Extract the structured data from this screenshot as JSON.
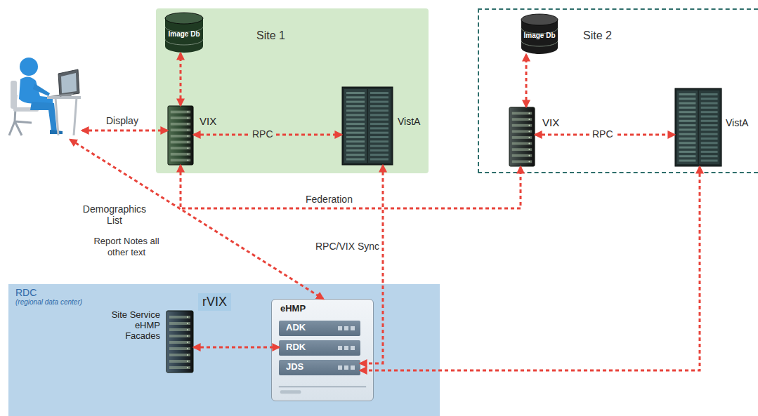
{
  "diagram": {
    "nodes": [
      {
        "text": []
      },
      {
        "text": [
          "Site 1"
        ]
      },
      {
        "text": [
          "Image Db"
        ],
        "in": 1
      },
      {
        "text": [
          "VIX"
        ],
        "in": 1
      },
      {
        "text": [
          "VistA"
        ],
        "in": 1
      },
      {
        "text": [
          "Site 2"
        ]
      },
      {
        "text": [
          "Image Db"
        ],
        "in": 5
      },
      {
        "text": [
          "VIX"
        ],
        "in": 5
      },
      {
        "text": [
          "VistA"
        ],
        "in": 5
      },
      {
        "text": [
          "RDC",
          "(regional data center)"
        ]
      },
      {
        "text": [
          "rVIX",
          "Site Service eHMP Facades"
        ],
        "in": 9
      },
      {
        "text": [
          "eHMP"
        ],
        "in": 9
      },
      {
        "text": [
          "ADK"
        ],
        "in": 11
      },
      {
        "text": [
          "RDK"
        ],
        "in": 11
      },
      {
        "text": [
          "JDS"
        ],
        "in": 11
      }
    ],
    "edges": [
      {
        "from": 0,
        "to": 3,
        "label": "Display",
        "arrow": "both"
      },
      {
        "from": 3,
        "to": 2,
        "arrow": "both"
      },
      {
        "from": 3,
        "to": 4,
        "label": "RPC",
        "arrow": "both"
      },
      {
        "from": 7,
        "to": 6,
        "arrow": "both"
      },
      {
        "from": 7,
        "to": 8,
        "label": "RPC",
        "arrow": "both"
      },
      {
        "from": 3,
        "to": 7,
        "label": "Federation",
        "arrow": "both"
      },
      {
        "from": 0,
        "to": 11,
        "label": "Demographics List",
        "arrow": "both"
      },
      {
        "from": 4,
        "to": 14,
        "label": "RPC/VIX Sync",
        "arrow": "both"
      },
      {
        "from": 8,
        "to": 14,
        "arrow": "both"
      },
      {
        "from": 10,
        "to": 13,
        "arrow": "both"
      }
    ],
    "labels": [
      "Report Notes all other text"
    ]
  }
}
